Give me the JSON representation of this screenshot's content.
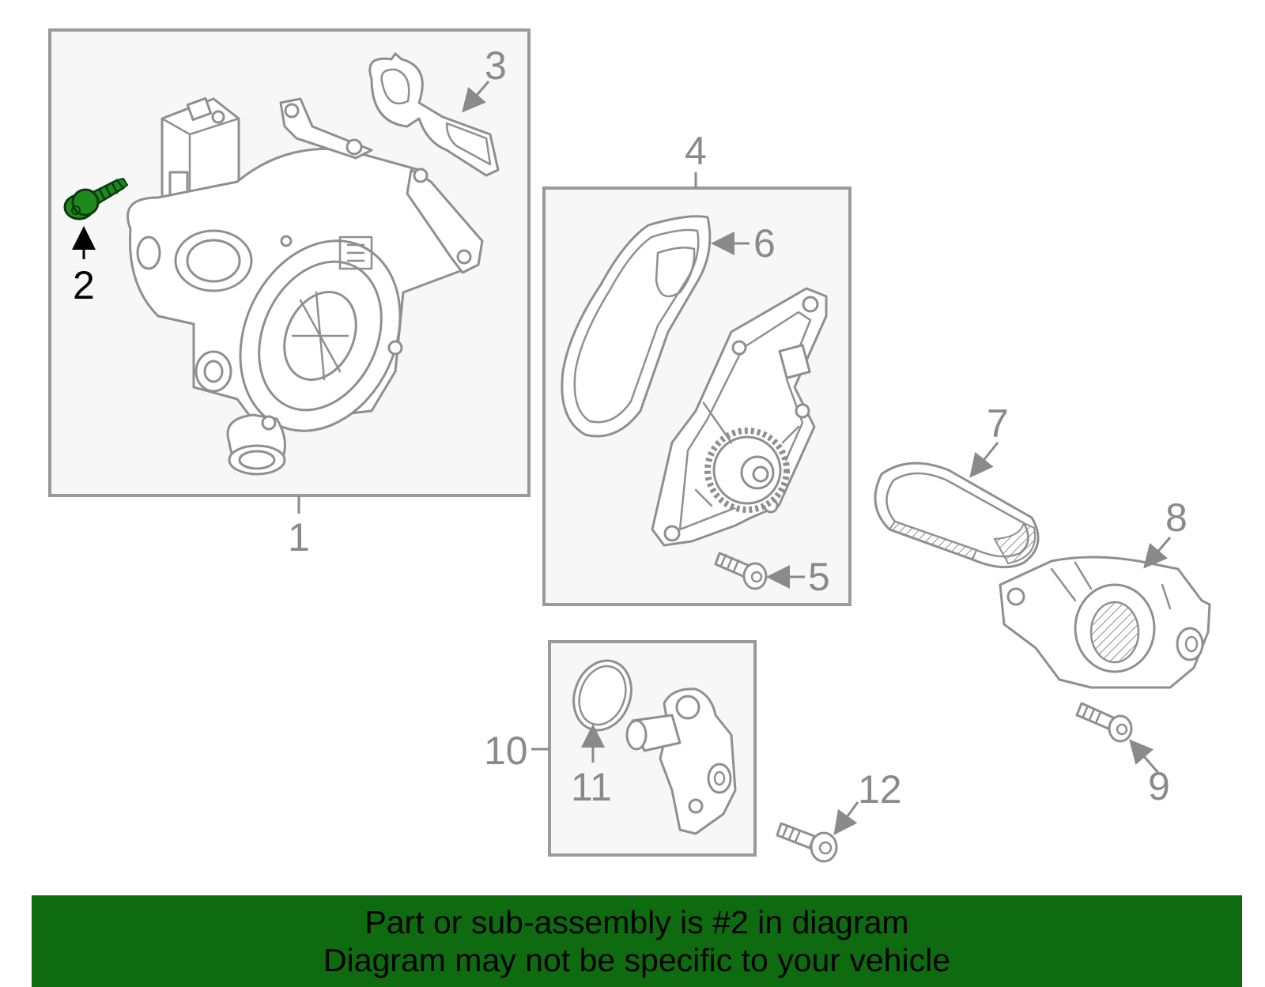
{
  "callouts": {
    "c1": "1",
    "c2": "2",
    "c3": "3",
    "c4": "4",
    "c5": "5",
    "c6": "6",
    "c7": "7",
    "c8": "8",
    "c9": "9",
    "c10": "10",
    "c11": "11",
    "c12": "12"
  },
  "highlight": {
    "part": "2",
    "color": "#1e8a1e"
  },
  "banner": {
    "line1": "Part or sub-assembly is #2 in diagram",
    "line2": "Diagram may not be specific to your vehicle",
    "color": "#0f6b0f"
  }
}
